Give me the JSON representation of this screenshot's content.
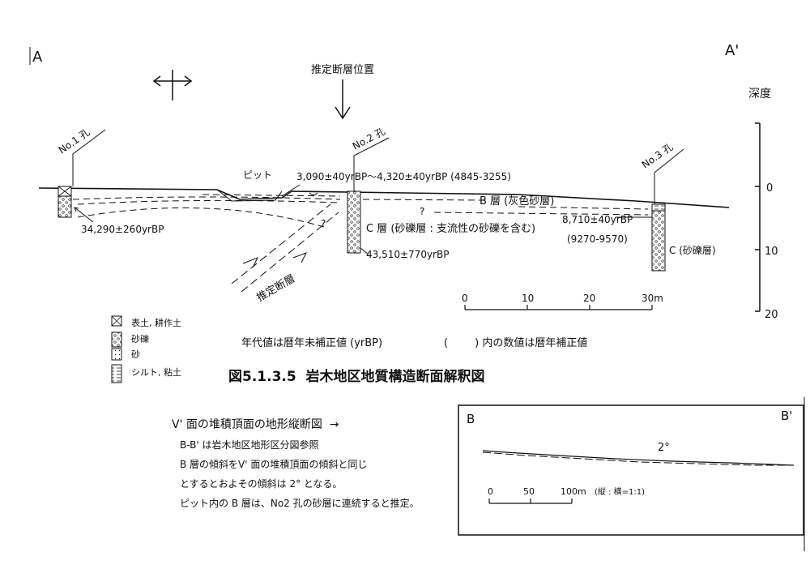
{
  "section": {
    "left_label": "A",
    "right_label": "A'",
    "fault_position_label": "推定断層位置",
    "inferred_fault_label": "推定断層",
    "pit_label": "ピット"
  },
  "boreholes": [
    {
      "label": "No.1 孔",
      "date": "34,290±260yrBP"
    },
    {
      "label": "No.2 孔",
      "date_top": "3,090±40yrBP～4,320±40yrBP (4845-3255)",
      "date_bottom": "43,510±770yrBP"
    },
    {
      "label": "No.3 孔",
      "date": "8,710±40yrBP",
      "date_cal": "(9270-9570)",
      "layer": "C (砂礫層)"
    }
  ],
  "layers": {
    "b": "B 層 (灰色砂層)",
    "c": "C 層 (砂礫層 : 支流性の砂礫を含む)",
    "question": "?"
  },
  "depth_scale": {
    "title": "深度",
    "ticks": [
      "0",
      "10",
      "20"
    ]
  },
  "distance_scale": {
    "ticks": [
      "0",
      "10",
      "20",
      "30m"
    ]
  },
  "legend": [
    {
      "name": "topsoil",
      "label": "表土, 耕作土"
    },
    {
      "name": "gravel",
      "label": "砂礫"
    },
    {
      "name": "sand",
      "label": "砂"
    },
    {
      "name": "silt-clay",
      "label": "シルト, 粘土"
    }
  ],
  "notes": {
    "age_note": "年代値は暦年未補正値 (yrBP)",
    "cal_note": "(        ) 内の数値は暦年補正値"
  },
  "figure_title": "図5.1.3.5  岩木地区地質構造断面解釈図",
  "profile_text": {
    "heading": "V' 面の堆積頂面の地形縦断図  →",
    "lines": [
      "B-B' は岩木地区地形区分図参照",
      "B 層の傾斜をV' 面の堆積頂面の傾斜と同じ",
      "とするとおよその傾斜は 2° となる。",
      "ピット内の B 層は、No2 孔の砂層に連続すると推定。"
    ]
  },
  "inset": {
    "left_label": "B",
    "right_label": "B'",
    "angle": "2°",
    "scale_ticks": [
      "0",
      "50",
      "100m"
    ],
    "scale_note": "(縦 : 横=1:1)"
  }
}
